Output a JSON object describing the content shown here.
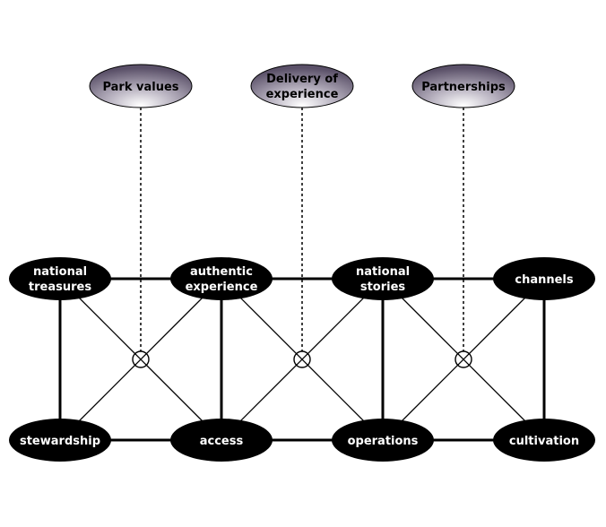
{
  "concepts": [
    {
      "id": "park-values",
      "lines": [
        "Park values"
      ]
    },
    {
      "id": "delivery",
      "lines": [
        "Delivery of",
        "experience"
      ]
    },
    {
      "id": "partnerships",
      "lines": [
        "Partnerships"
      ]
    }
  ],
  "top_row": [
    {
      "id": "national-treasures",
      "lines": [
        "national",
        "treasures"
      ]
    },
    {
      "id": "authentic-experience",
      "lines": [
        "authentic",
        "experience"
      ]
    },
    {
      "id": "national-stories",
      "lines": [
        "national",
        "stories"
      ]
    },
    {
      "id": "channels",
      "lines": [
        "channels"
      ]
    }
  ],
  "bottom_row": [
    {
      "id": "stewardship",
      "lines": [
        "stewardship"
      ]
    },
    {
      "id": "access",
      "lines": [
        "access"
      ]
    },
    {
      "id": "operations",
      "lines": [
        "operations"
      ]
    },
    {
      "id": "cultivation",
      "lines": [
        "cultivation"
      ]
    }
  ],
  "colors": {
    "node_fill": "#000000",
    "node_text": "#ffffff",
    "concept_gradient_light": "#ffffff",
    "concept_gradient_dark": "#5a5068"
  }
}
